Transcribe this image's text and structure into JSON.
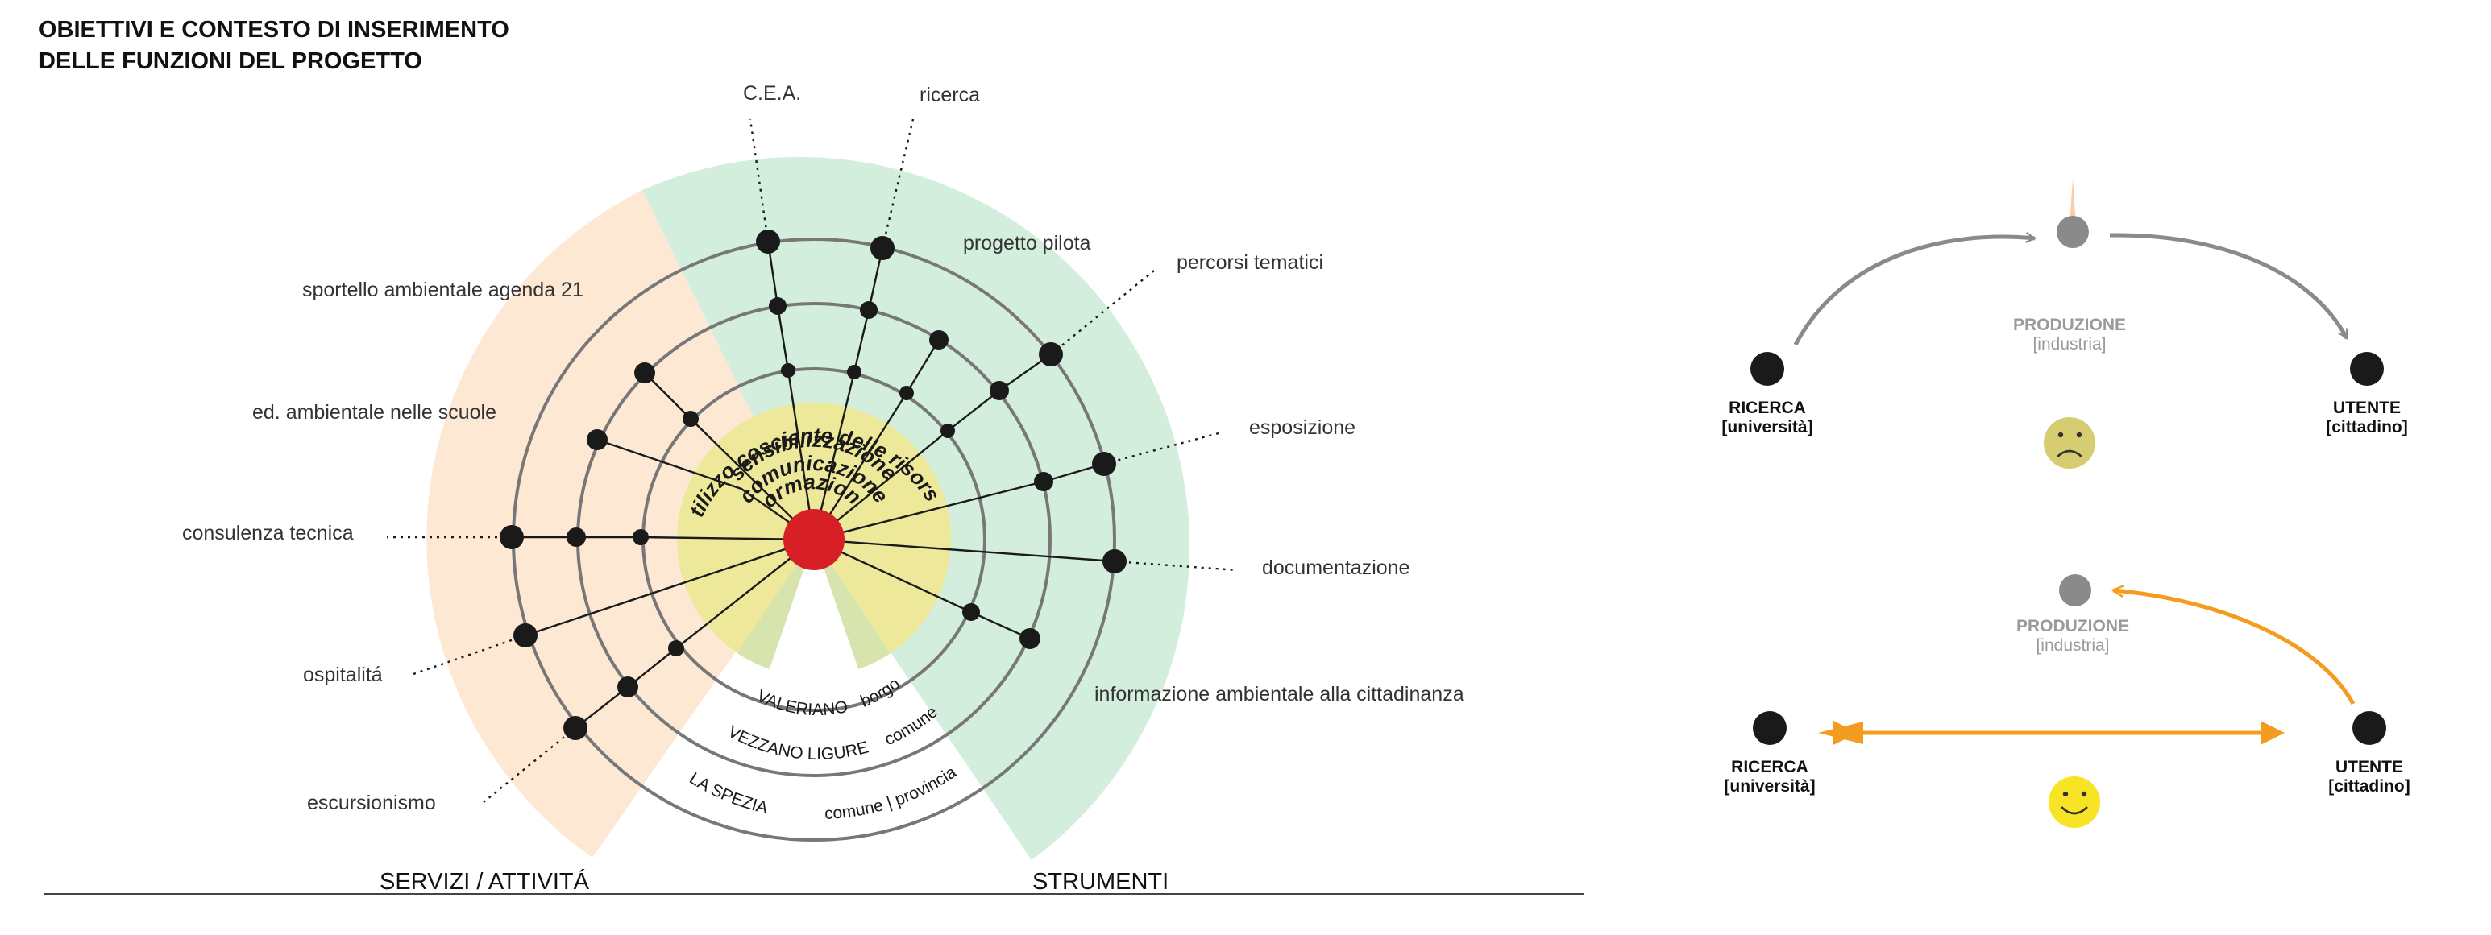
{
  "title": {
    "line1": "OBIETTIVI E CONTESTO DI INSERIMENTO",
    "line2": "DELLE FUNZIONI DEL PROGETTO"
  },
  "colors": {
    "services_sector": "#fde8d4",
    "tools_sector": "#d3eedd",
    "core_disk": "#ede89a",
    "center": "#d71f26",
    "ring": "#777777",
    "node": "#1a1a1a",
    "arrow_orange": "#f39c1f",
    "arrow_grey": "#8a8a8a",
    "smiley_sad": "#d6cd70",
    "smiley_happy": "#f6e425"
  },
  "core_labels": [
    "utilizzo cosciente delle risorse",
    "sensibilizzazione",
    "comunicazione",
    "formazione"
  ],
  "scale_labels": {
    "borgo_name": "VALERIANO",
    "borgo_type": "borgo",
    "comune_name": "VEZZANO LIGURE",
    "comune_type": "comune",
    "provincia_name": "LA SPEZIA",
    "provincia_type": "comune | provincia"
  },
  "functions": {
    "cea": "C.E.A.",
    "ricerca": "ricerca",
    "progetto_pilota": "progetto pilota",
    "percorsi_tematici": "percorsi tematici",
    "esposizione": "esposizione",
    "documentazione": "documentazione",
    "informazione": "informazione ambientale alla cittadinanza",
    "sportello": "sportello ambientale agenda 21",
    "ed_ambientale": "ed. ambientale nelle scuole",
    "consulenza": "consulenza tecnica",
    "ospitalita": "ospitalitá",
    "escursionismo": "escursionismo"
  },
  "sections": {
    "servizi": "SERVIZI / ATTIVITÁ",
    "strumenti": "STRUMENTI"
  },
  "scheme_top": {
    "produzione": "PRODUZIONE",
    "produzione_sub": "[industria]",
    "ricerca": "RICERCA",
    "ricerca_sub": "[università]",
    "utente": "UTENTE",
    "utente_sub": "[cittadino]",
    "mood": "sad-face-icon"
  },
  "scheme_bottom": {
    "produzione": "PRODUZIONE",
    "produzione_sub": "[industria]",
    "ricerca": "RICERCA",
    "ricerca_sub": "[università]",
    "utente": "UTENTE",
    "utente_sub": "[cittadino]",
    "mood": "happy-face-icon"
  }
}
